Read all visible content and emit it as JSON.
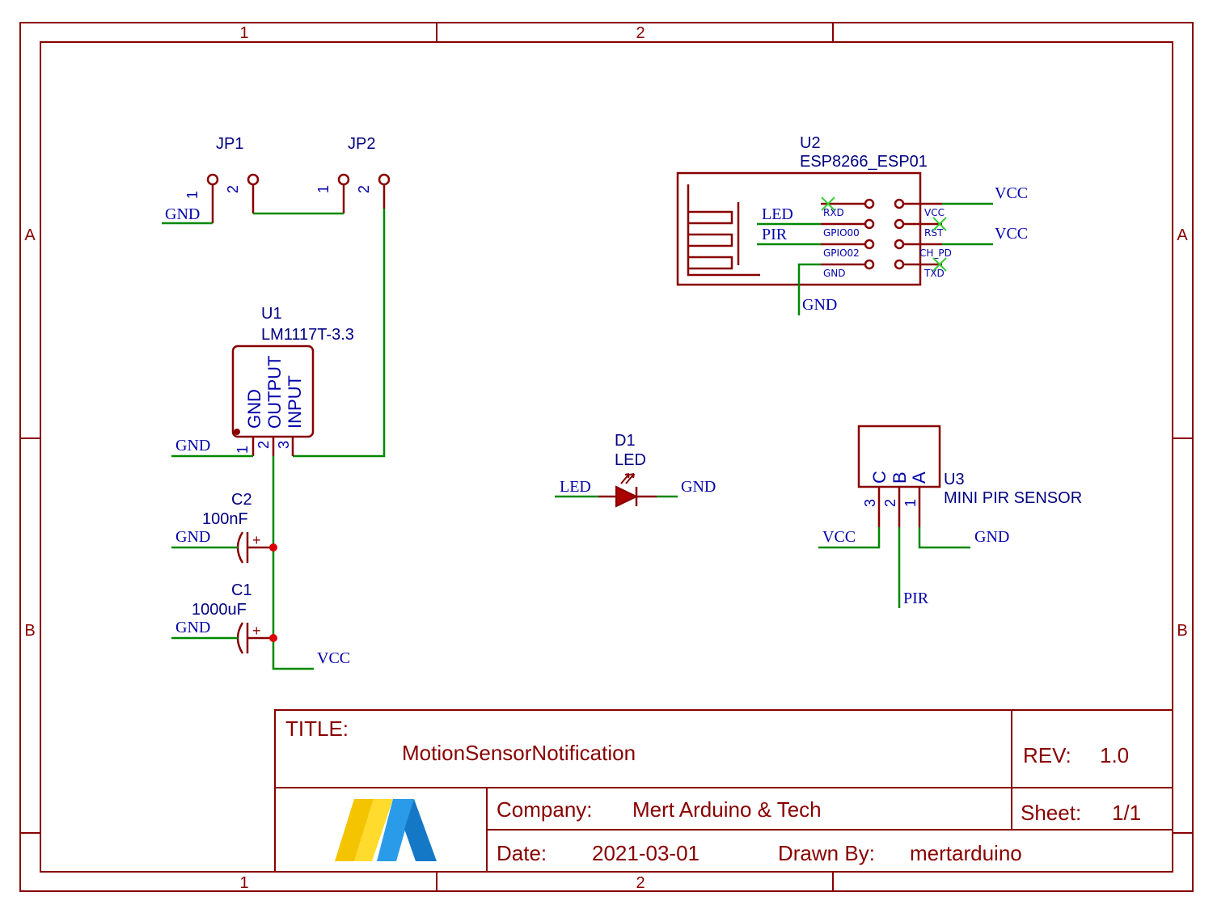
{
  "colors": {
    "frame": "#880000",
    "wire": "#008800",
    "text_blue": "#0000aa",
    "noconnect": "#33cc33",
    "logo_yellow": "#f5c400",
    "logo_blue": "#1a8fe3"
  },
  "frame": {
    "col_labels": [
      "1",
      "2"
    ],
    "row_labels": [
      "A",
      "B"
    ]
  },
  "components": {
    "jp1": {
      "ref": "JP1",
      "pin1": "1",
      "pin2": "2"
    },
    "jp2": {
      "ref": "JP2",
      "pin1": "1",
      "pin2": "2"
    },
    "u1": {
      "ref": "U1",
      "value": "LM1117T-3.3",
      "pins": [
        "GND",
        "OUTPUT",
        "INPUT"
      ],
      "pin_nums": [
        "1",
        "2",
        "3"
      ]
    },
    "u2": {
      "ref": "U2",
      "value": "ESP8266_ESP01",
      "left_pins": [
        "RXD",
        "GPIO00",
        "GPIO02",
        "GND"
      ],
      "right_pins": [
        "VCC",
        "RST",
        "CH_PD",
        "TXD"
      ]
    },
    "u3": {
      "ref": "U3",
      "value": "MINI PIR SENSOR",
      "pins": [
        "C",
        "B",
        "A"
      ],
      "pin_nums": [
        "3",
        "2",
        "1"
      ]
    },
    "c1": {
      "ref": "C1",
      "value": "1000uF"
    },
    "c2": {
      "ref": "C2",
      "value": "100nF"
    },
    "d1": {
      "ref": "D1",
      "value": "LED"
    }
  },
  "nets": {
    "gnd": "GND",
    "vcc": "VCC",
    "led": "LED",
    "pir": "PIR"
  },
  "polarity": "+",
  "title_block": {
    "title_label": "TITLE:",
    "title": "MotionSensorNotification",
    "rev_label": "REV:",
    "rev": "1.0",
    "company_label": "Company:",
    "company": "Mert Arduino & Tech",
    "sheet_label": "Sheet:",
    "sheet": "1/1",
    "date_label": "Date:",
    "date": "2021-03-01",
    "drawn_label": "Drawn By:",
    "drawn": "mertarduino",
    "logo_icon": "mert-arduino-logo-icon"
  }
}
